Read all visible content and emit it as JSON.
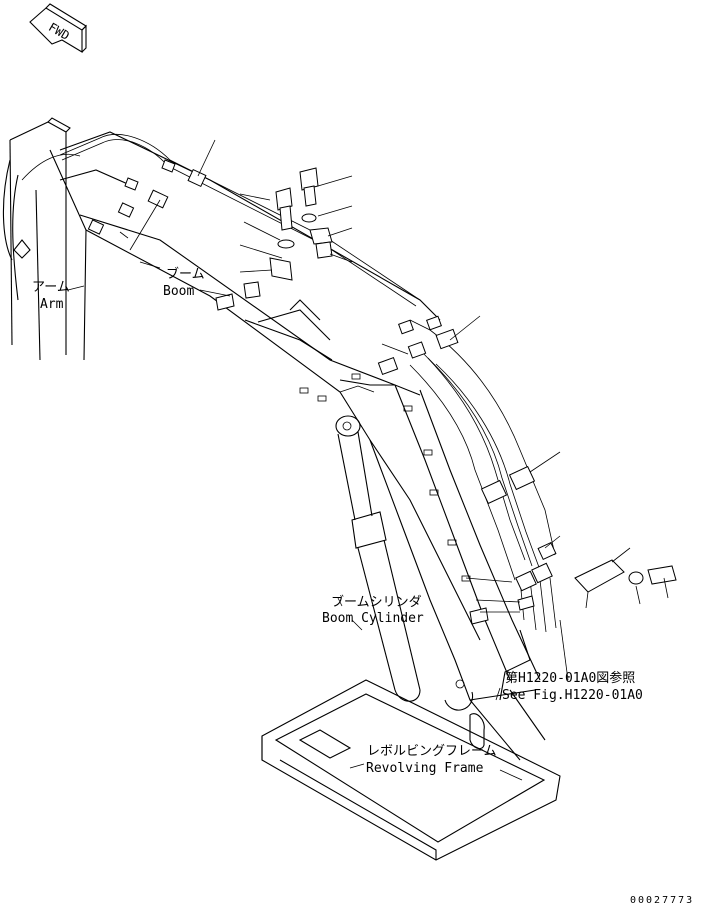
{
  "badge": {
    "text": "FWD"
  },
  "labels": {
    "arm_jp": "アーム",
    "arm_en": "Arm",
    "boom_jp": "ブーム",
    "boom_en": "Boom",
    "boom_cyl_jp": "ブームシリンダ",
    "boom_cyl_en": "Boom Cylinder",
    "ref_jp": "第H1220-01A0図参照",
    "ref_en": "See Fig.H1220-01A0",
    "frame_jp": "レボルビングフレーム",
    "frame_en": "Revolving Frame"
  },
  "drawing_number": "00027773",
  "icons": {
    "fwd": "fwd-arrow-icon"
  }
}
